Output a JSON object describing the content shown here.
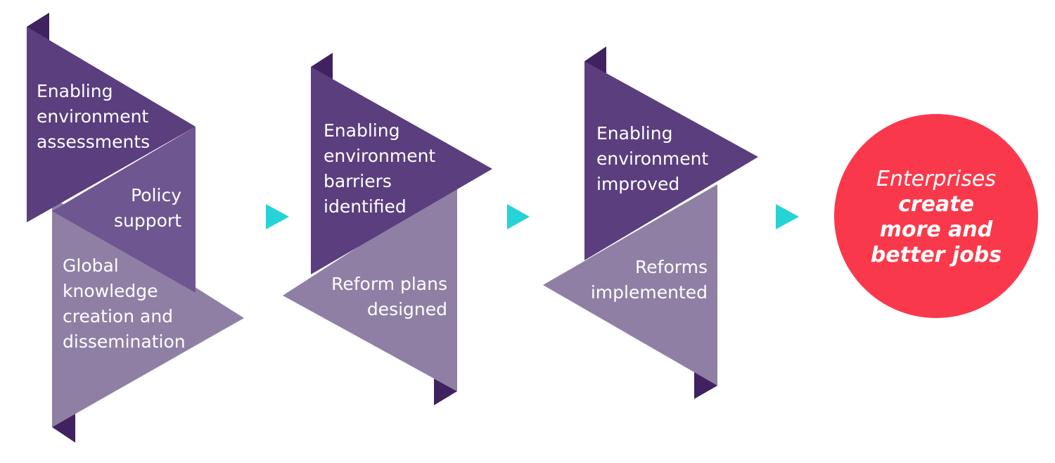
{
  "stage1": {
    "top": "Enabling\nenvironment\nassessments",
    "middle": "Policy\nsupport",
    "bottom": "Global\nknowledge\ncreation and\ndissemination"
  },
  "stage2": {
    "top": "Enabling\nenvironment\nbarriers\nidentified",
    "bottom": "Reform plans\ndesigned"
  },
  "stage3": {
    "top": "Enabling\nenvironment\nimproved",
    "bottom": "Reforms\nimplemented"
  },
  "outcome": {
    "line1": "Enterprises",
    "line2": "create\nmore and\nbetter jobs"
  },
  "colors": {
    "dark_purple": "#5a3e7e",
    "medium_purple": "#6e5690",
    "light_purple": "#8f7fa5",
    "fold_purple": "#3f225f",
    "arrow_teal": "#26d3d6",
    "outcome_red": "#f9394b"
  }
}
